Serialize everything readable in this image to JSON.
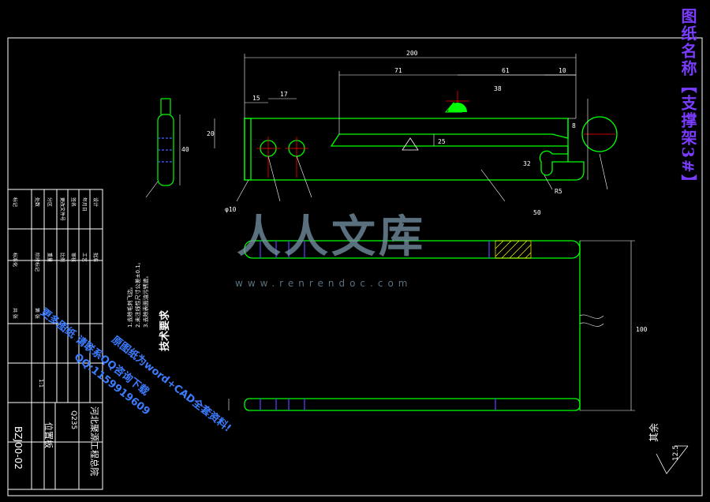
{
  "drawing": {
    "title_vertical": "图纸名称【支撑架3#】",
    "part_name": "位置板",
    "drawing_number": "BZJ00-02",
    "company": "河北聚源工程总院",
    "material": "Q235",
    "scale": "1:1",
    "surface_roughness_label": "其余",
    "surface_roughness_value": "12.5",
    "tech_requirements": {
      "heading": "技术要求",
      "lines": [
        "1.去除毛刺飞边。",
        "2.未注线性尺寸公差±0.1。",
        "3.去除表面油污锈迹。"
      ]
    },
    "title_block_labels": [
      "标记",
      "处数",
      "分区",
      "更改文件号",
      "签名",
      "年月日",
      "设计",
      "标准化",
      "阶段标记",
      "重量",
      "比例",
      "审核",
      "工艺",
      "批准",
      "共 张",
      "第 张"
    ],
    "dimensions": {
      "overall_length": "200",
      "d71": "71",
      "d61": "61",
      "d10": "10",
      "d15": "15",
      "d17": "17",
      "d20": "20",
      "d40": "40",
      "d100": "100",
      "d25": "25",
      "d38": "38",
      "d32": "32",
      "d50": "50",
      "d8": "8",
      "dR": "R5",
      "dphi": "φ10"
    }
  },
  "watermark": {
    "brand": "人人文库",
    "url": "www.renrendoc.com"
  },
  "promo_lines": [
    "原图纸为word+CAD全套资料!",
    "QQ:1159919609",
    "更多图纸 请联系QQ咨询下载"
  ],
  "colors": {
    "background": "#000000",
    "outline": "#00ff00",
    "border": "#ffffff",
    "dimension": "#ffffff",
    "title": "#7a3cff",
    "hatch": "#ffff00",
    "center": "#ff0000",
    "promo": "#3c7cff"
  }
}
